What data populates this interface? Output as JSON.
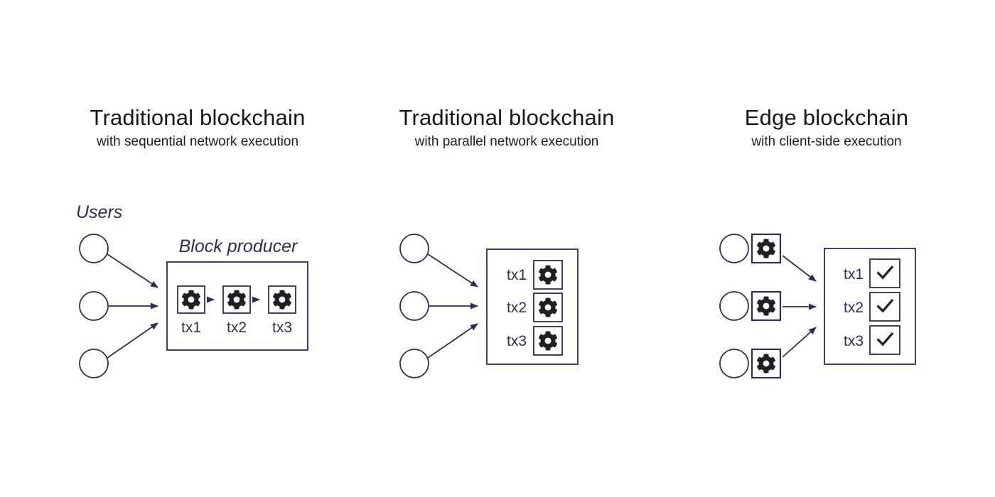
{
  "colors": {
    "title_ink": "#16161d",
    "diagram_navy": "#322b54",
    "icon_black": "#201f27",
    "background": "#ffffff"
  },
  "panels": [
    {
      "title": "Traditional blockchain",
      "subtitle": "with sequential network execution"
    },
    {
      "title": "Traditional blockchain",
      "subtitle": "with parallel network execution"
    },
    {
      "title": "Edge blockchain",
      "subtitle": "with client-side execution"
    }
  ],
  "diagrams": {
    "sequential": {
      "users_label": "Users",
      "block_producer_label": "Block producer",
      "tx_labels": [
        "tx1",
        "tx2",
        "tx3"
      ]
    },
    "parallel": {
      "tx_labels": [
        "tx1",
        "tx2",
        "tx3"
      ]
    },
    "edge": {
      "tx_labels": [
        "tx1",
        "tx2",
        "tx3"
      ]
    }
  },
  "icons": {
    "execution": "gear-icon",
    "validated": "check-icon"
  }
}
